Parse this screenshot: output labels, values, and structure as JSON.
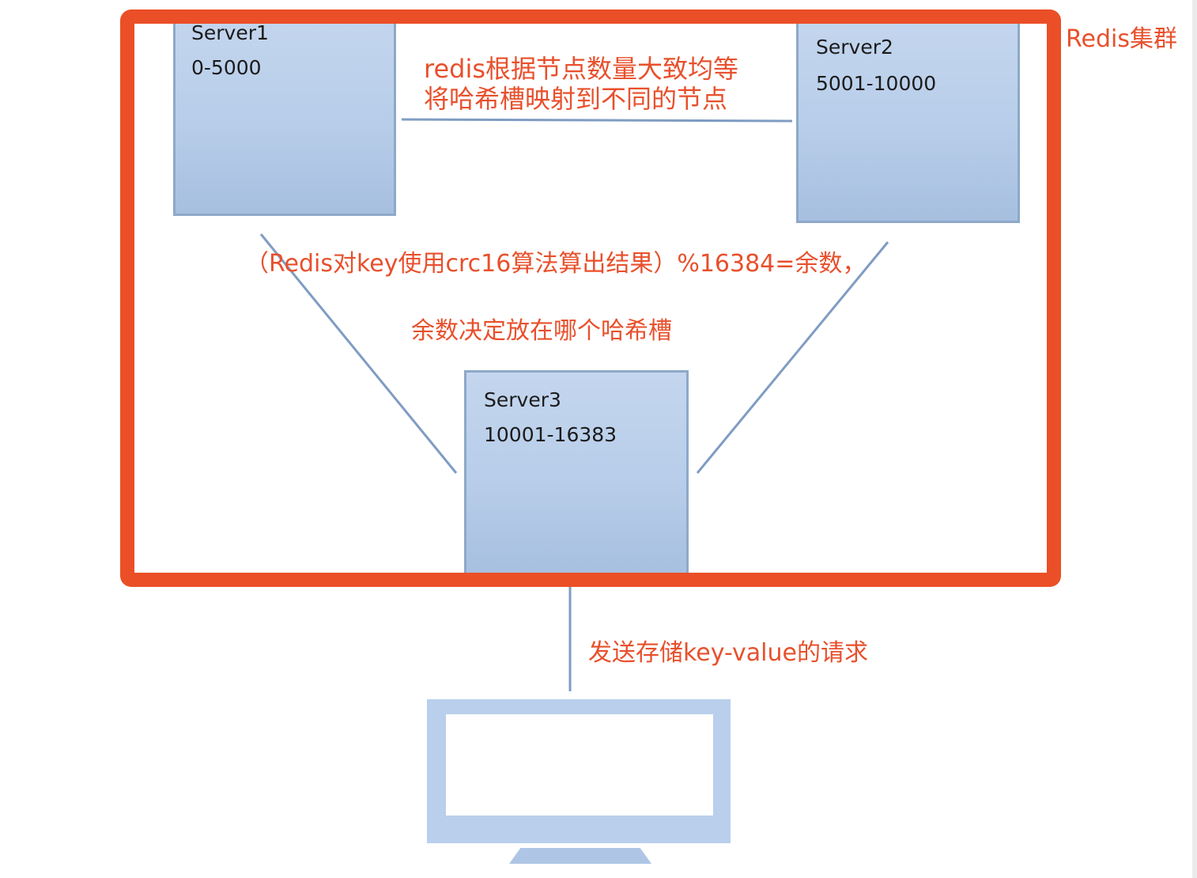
{
  "cluster": {
    "label": "Redis集群",
    "frame_color": "#eb4f27"
  },
  "servers": [
    {
      "name": "Server1",
      "range": "0-5000"
    },
    {
      "name": "Server2",
      "range": "5001-10000"
    },
    {
      "name": "Server3",
      "range": "10001-16383"
    }
  ],
  "annotations": {
    "mapping_line1": "redis根据节点数量大致均等",
    "mapping_line2": "将哈希槽映射到不同的节点",
    "crc_formula": "（Redis对key使用crc16算法算出结果）%16384=余数，",
    "remainder_note": "余数决定放在哪个哈希槽",
    "client_request": "发送存储key-value的请求"
  },
  "colors": {
    "annotation_text": "#e8502c",
    "server_fill": "#b7cde9",
    "server_border": "#8ea9c8",
    "connector_line": "#7f9cc3"
  },
  "client": {
    "icon": "monitor-icon"
  }
}
